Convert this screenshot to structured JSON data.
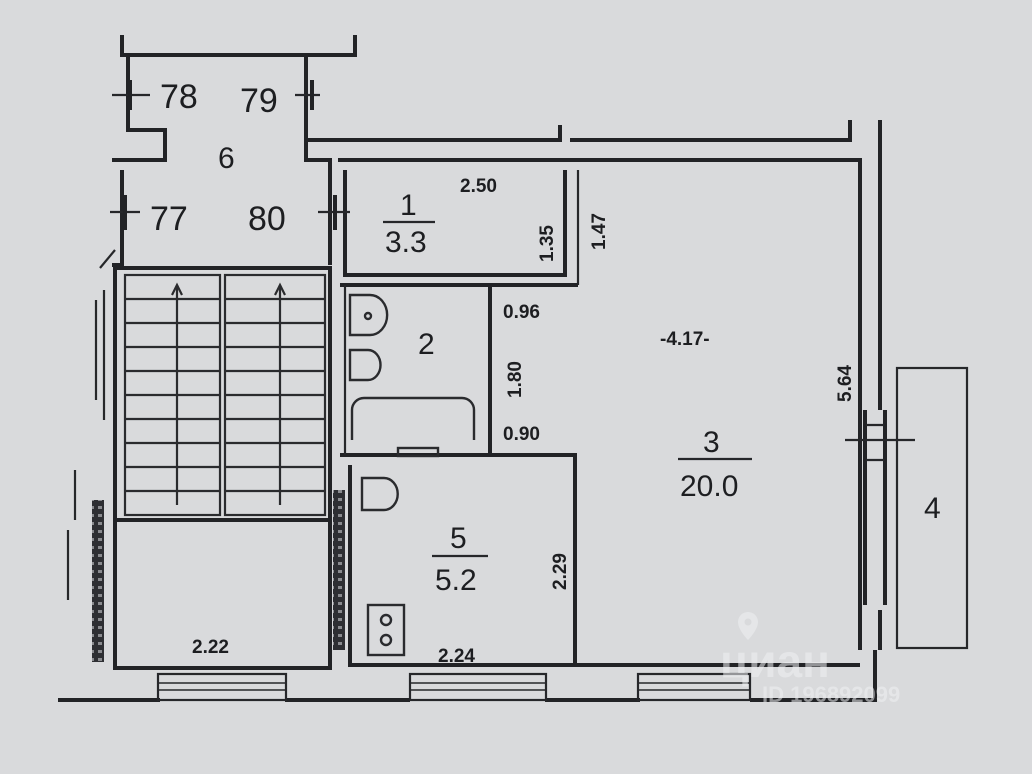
{
  "landing": {
    "room_number": "6",
    "apartments": {
      "top_left": "78",
      "top_right": "79",
      "bottom_left": "77",
      "bottom_right": "80"
    }
  },
  "rooms": {
    "storage": {
      "number": "1",
      "area": "3.3",
      "width": "2.50",
      "depth": "1.35"
    },
    "bathroom": {
      "number": "2",
      "width": "0.96",
      "depth": "1.80"
    },
    "living": {
      "number": "3",
      "area": "20.0",
      "width": "-4.17-",
      "depth": "5.64"
    },
    "balcony": {
      "number": "4"
    },
    "kitchen": {
      "number": "5",
      "area": "5.2",
      "width": "2.24",
      "depth": "2.29"
    }
  },
  "dimensions": {
    "hall_top": "1.47",
    "hall_passage": "0.90",
    "stair_bottom": "2.22"
  },
  "watermark": {
    "brand": "циан",
    "listing_id": "ID 196892099",
    "icon": "location-pin-icon"
  }
}
